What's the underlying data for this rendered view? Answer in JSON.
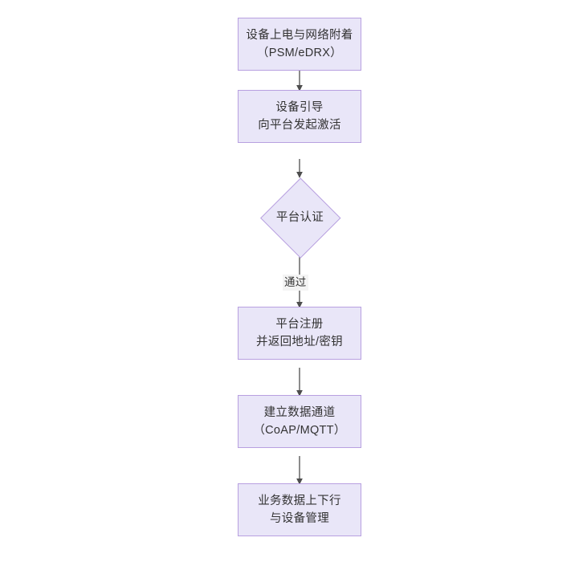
{
  "diagram": {
    "type": "flowchart",
    "orientation": "top-to-bottom",
    "background_color": "#ffffff",
    "node_fill_color": "#e9e6f8",
    "node_border_color": "#b8a0e0",
    "edge_color": "#4d4d4d",
    "text_color": "#333333",
    "nodes": [
      {
        "id": "n1",
        "shape": "rectangle",
        "line1": "设备上电与网络附着",
        "line2": "（PSM/eDRX）"
      },
      {
        "id": "n2",
        "shape": "rectangle",
        "line1": "设备引导",
        "line2": "向平台发起激活"
      },
      {
        "id": "n3",
        "shape": "diamond",
        "line1": "平台认证",
        "line2": ""
      },
      {
        "id": "n4",
        "shape": "rectangle",
        "line1": "平台注册",
        "line2": "并返回地址/密钥"
      },
      {
        "id": "n5",
        "shape": "rectangle",
        "line1": "建立数据通道",
        "line2": "（CoAP/MQTT）"
      },
      {
        "id": "n6",
        "shape": "rectangle",
        "line1": "业务数据上下行",
        "line2": "与设备管理"
      }
    ],
    "edges": [
      {
        "from": "n1",
        "to": "n2",
        "label": ""
      },
      {
        "from": "n2",
        "to": "n3",
        "label": ""
      },
      {
        "from": "n3",
        "to": "n4",
        "label": "通过"
      },
      {
        "from": "n4",
        "to": "n5",
        "label": ""
      },
      {
        "from": "n5",
        "to": "n6",
        "label": ""
      }
    ]
  }
}
